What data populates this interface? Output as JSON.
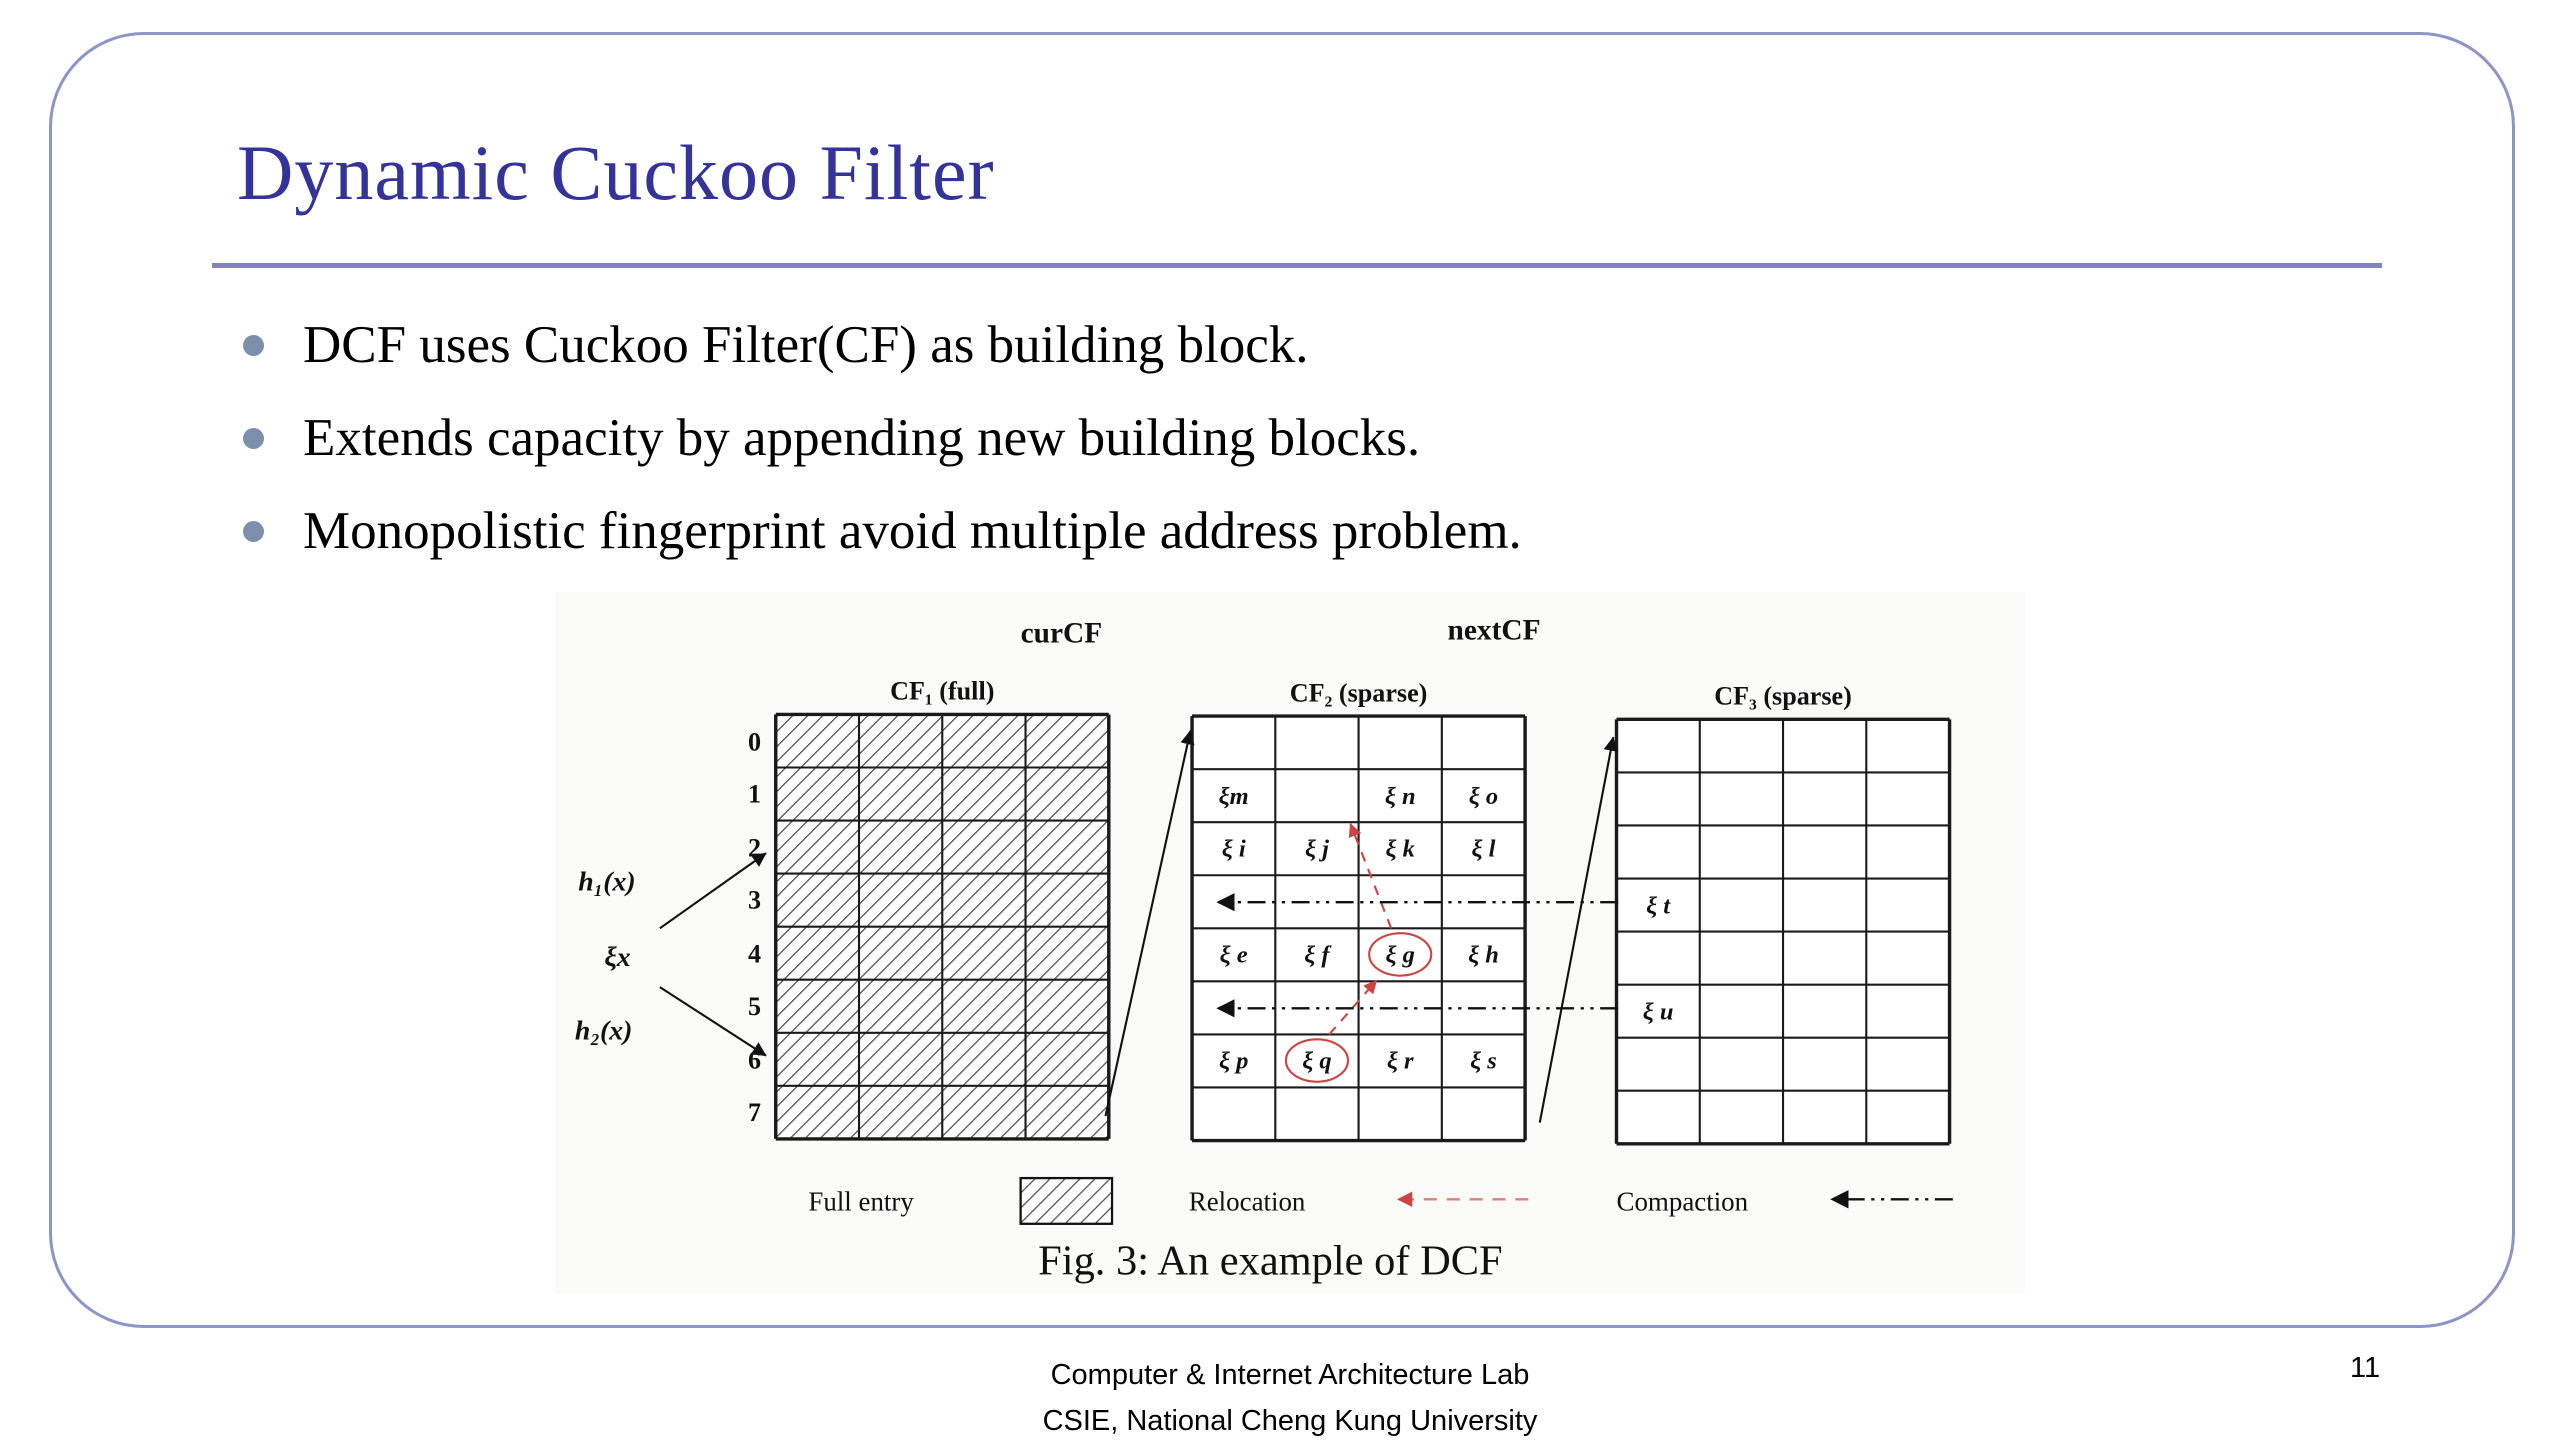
{
  "slide": {
    "title": "Dynamic Cuckoo Filter",
    "bullets": [
      "DCF uses Cuckoo Filter(CF) as building block.",
      "Extends capacity by appending new building blocks.",
      "Monopolistic fingerprint avoid multiple address problem."
    ],
    "footer": {
      "line1": "Computer & Internet Architecture Lab",
      "line2": "CSIE, National Cheng Kung University"
    },
    "page_number": "11"
  },
  "figure": {
    "caption": "Fig. 3: An example of DCF",
    "cur_label": "curCF",
    "next_label": "nextCF",
    "cf1_header": "CF₁ (full)",
    "cf2_header": "CF₂ (sparse)",
    "cf3_header": "CF₃ (sparse)",
    "row_numbers": [
      "0",
      "1",
      "2",
      "3",
      "4",
      "5",
      "6",
      "7"
    ],
    "hash": {
      "h1": "h₁(x)",
      "item": "ξx",
      "h2": "h₂(x)"
    },
    "cf2_entries": {
      "m": "ξm",
      "n": "ξ n",
      "o": "ξ o",
      "i": "ξ i",
      "j": "ξ j",
      "k": "ξ k",
      "l": "ξ l",
      "e": "ξ e",
      "f": "ξ f",
      "g": "ξ g",
      "h": "ξ h",
      "p": "ξ p",
      "q": "ξ q",
      "r": "ξ r",
      "s": "ξ s"
    },
    "cf3_entries": {
      "t": "ξ t",
      "u": "ξ u"
    },
    "legend": {
      "full_entry": "Full entry",
      "relocation": "Relocation",
      "compaction": "Compaction"
    },
    "colors": {
      "title_accent": "#333399",
      "frame": "#8d95c6",
      "bullet_dot": "#7d90ab",
      "relocation_red": "#cc4444"
    }
  }
}
